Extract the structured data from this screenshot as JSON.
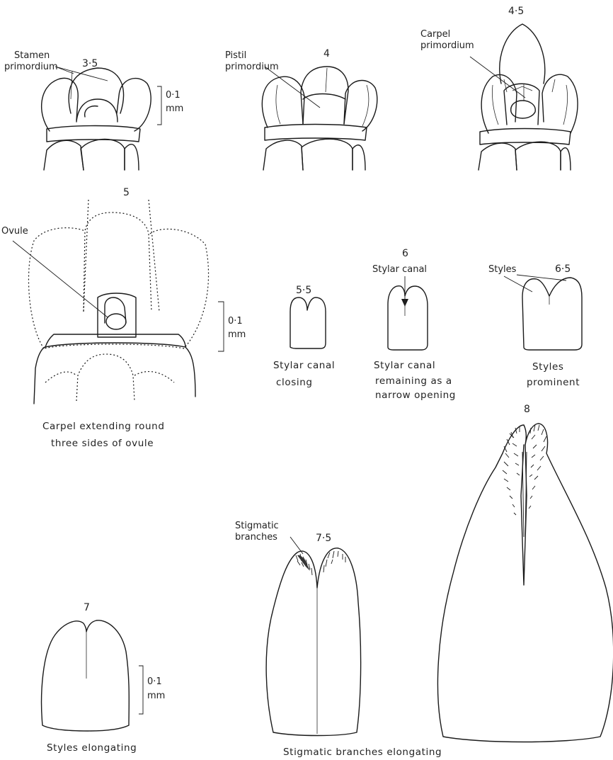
{
  "stages": {
    "s35": "3·5",
    "s4": "4",
    "s45": "4·5",
    "s5": "5",
    "s55": "5·5",
    "s6": "6",
    "s65": "6·5",
    "s7": "7",
    "s75": "7·5",
    "s8": "8"
  },
  "labels": {
    "stamen_primordium": [
      "Stamen",
      "primordium"
    ],
    "pistil_primordium": [
      "Pistil",
      "primordium"
    ],
    "carpel_primordium": [
      "Carpel",
      "primordium"
    ],
    "ovule": "Ovule",
    "stylar_canal": "Stylar canal",
    "styles": "Styles",
    "stigmatic_branches": [
      "Stigmatic",
      "branches"
    ]
  },
  "scale_bar": [
    "0·1",
    "mm"
  ],
  "captions": {
    "stage5": [
      "Carpel extending round",
      "three sides of ovule"
    ],
    "stage55": [
      "Stylar canal",
      "closing"
    ],
    "stage6": [
      "Stylar canal",
      "remaining as a",
      "narrow opening"
    ],
    "stage65": [
      "Styles",
      "prominent"
    ],
    "stage7": "Styles elongating",
    "stage75_8": "Stigmatic  branches elongating"
  }
}
